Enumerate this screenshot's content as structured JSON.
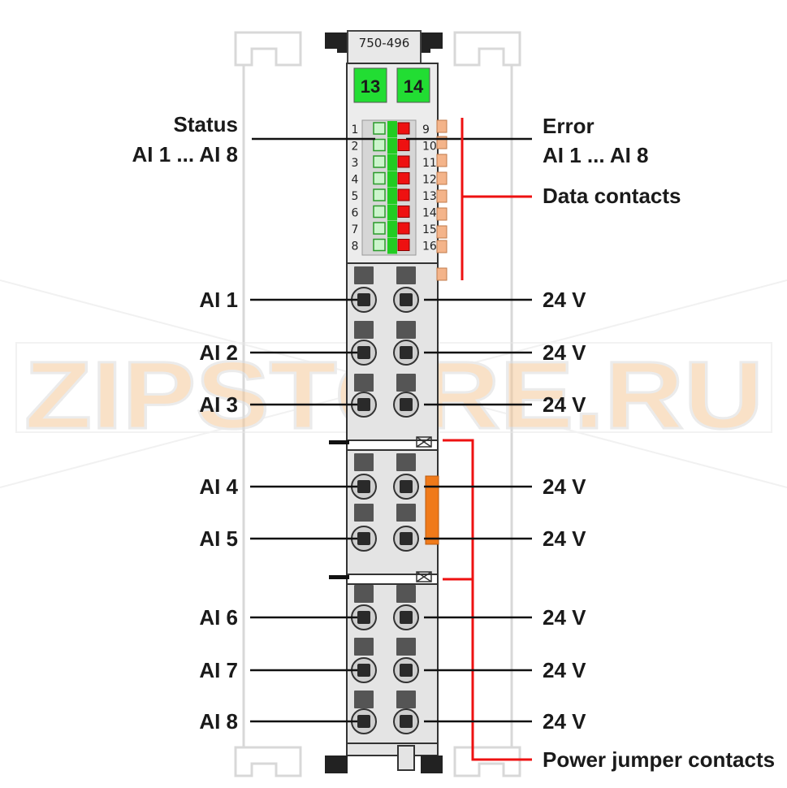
{
  "module": {
    "part_number": "750-496",
    "slot_left": "13",
    "slot_right": "14"
  },
  "status_label": {
    "line1": "Status",
    "line2": "AI 1 ... AI 8"
  },
  "error_label": {
    "line1": "Error",
    "line2": "AI 1 ... AI 8"
  },
  "data_contacts_label": "Data contacts",
  "power_jumper_label": "Power jumper contacts",
  "led_numbers_left": [
    "1",
    "2",
    "3",
    "4",
    "5",
    "6",
    "7",
    "8"
  ],
  "led_numbers_right": [
    "9",
    "10",
    "11",
    "12",
    "13",
    "14",
    "15",
    "16"
  ],
  "inputs": [
    "AI 1",
    "AI 2",
    "AI 3",
    "AI 4",
    "AI 5",
    "AI 6",
    "AI 7",
    "AI 8"
  ],
  "supply": [
    "24 V",
    "24 V",
    "24 V",
    "24 V",
    "24 V",
    "24 V",
    "24 V",
    "24 V"
  ],
  "watermark": "ZIPSTORE.RU",
  "colors": {
    "led_green": "#22cc22",
    "led_green_light": "#ccf5cc",
    "led_red": "#ee1111",
    "slot_green": "#22dd33",
    "callout_red": "#ee1111",
    "housing": "#e4e4e4",
    "contact_orange": "#f4b48a",
    "jumper_orange": "#f07a1a"
  }
}
